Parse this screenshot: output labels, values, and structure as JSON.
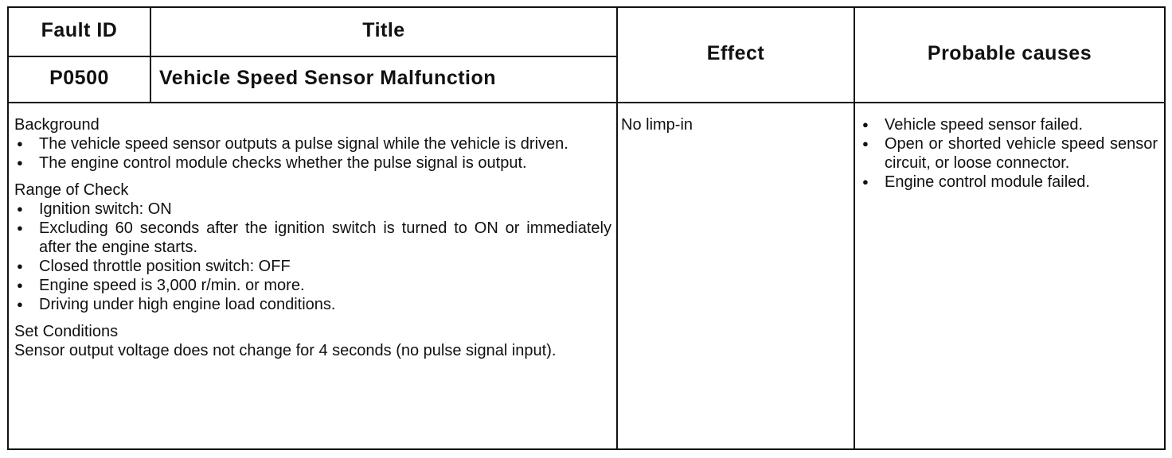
{
  "header": {
    "fault_id_label": "Fault ID",
    "title_label": "Title",
    "fault_id": "P0500",
    "title": "Vehicle Speed Sensor Malfunction",
    "effect_label": "Effect",
    "causes_label": "Probable causes"
  },
  "description": {
    "background": {
      "heading": "Background",
      "items": [
        "The vehicle speed sensor outputs a pulse signal while the vehicle is driven.",
        "The engine control module checks whether the pulse signal is output."
      ]
    },
    "range_of_check": {
      "heading": "Range of Check",
      "items": [
        "Ignition switch: ON",
        "Excluding 60 seconds after the ignition switch is turned to ON or immediately after the engine starts.",
        "Closed throttle position switch: OFF",
        "Engine speed is 3,000 r/min. or more.",
        "Driving under high engine load conditions."
      ]
    },
    "set_conditions": {
      "heading": "Set Conditions",
      "text": "Sensor output voltage does not change for 4 seconds (no pulse signal input)."
    }
  },
  "effect": "No limp-in",
  "probable_causes": [
    "Vehicle speed sensor failed.",
    "Open or shorted vehicle speed sensor circuit, or loose connector.",
    "Engine control module failed."
  ]
}
